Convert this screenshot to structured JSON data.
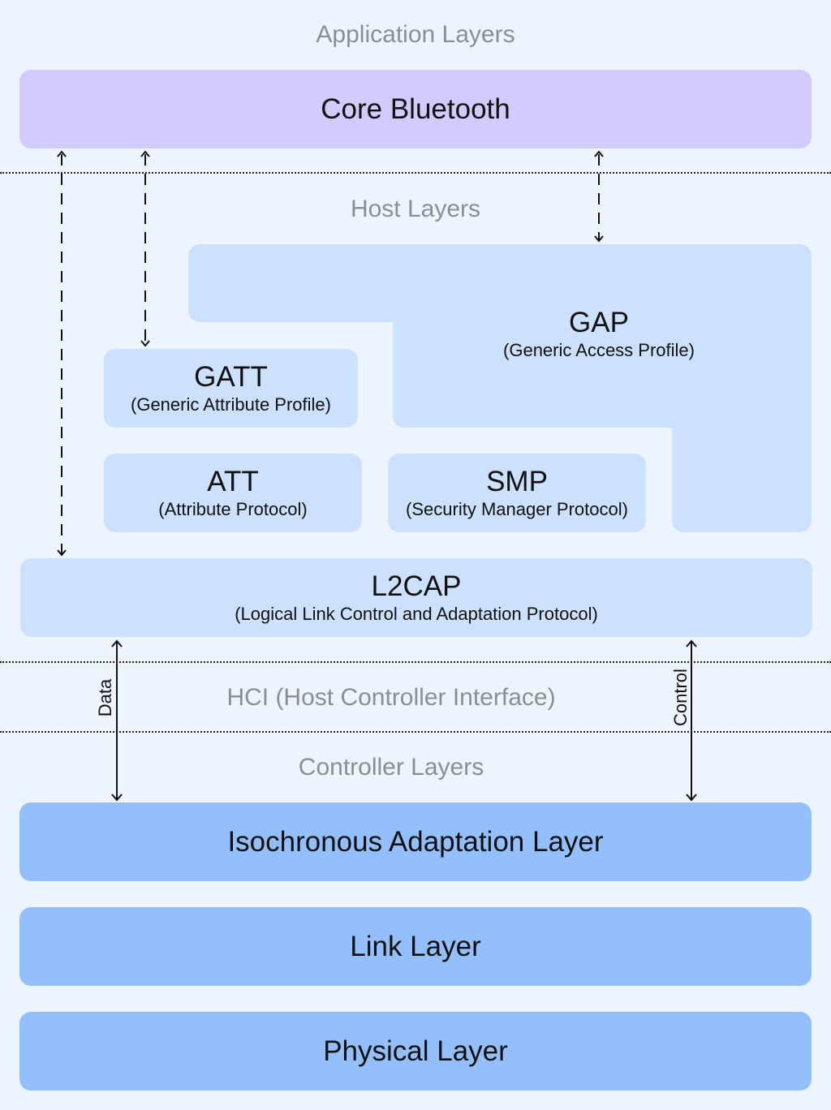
{
  "sections": {
    "application": "Application Layers",
    "host": "Host Layers",
    "hci": "HCI (Host Controller Interface)",
    "controller": "Controller Layers"
  },
  "core": {
    "title": "Core Bluetooth"
  },
  "gap": {
    "title": "GAP",
    "subtitle": "(Generic Access Profile)"
  },
  "gatt": {
    "title": "GATT",
    "subtitle": "(Generic Attribute Profile)"
  },
  "att": {
    "title": "ATT",
    "subtitle": "(Attribute Protocol)"
  },
  "smp": {
    "title": "SMP",
    "subtitle": "(Security Manager Protocol)"
  },
  "l2cap": {
    "title": "L2CAP",
    "subtitle": "(Logical Link Control and Adaptation Protocol)"
  },
  "iso": {
    "title": "Isochronous Adaptation Layer"
  },
  "link": {
    "title": "Link Layer"
  },
  "phy": {
    "title": "Physical Layer"
  },
  "arrows": {
    "data_label": "Data",
    "control_label": "Control"
  },
  "colors": {
    "background": "#edf4fe",
    "core": "#d2cbfd",
    "host_box": "#cce1fd",
    "controller_box": "#93c0fd",
    "section_text": "#8a8f97"
  }
}
